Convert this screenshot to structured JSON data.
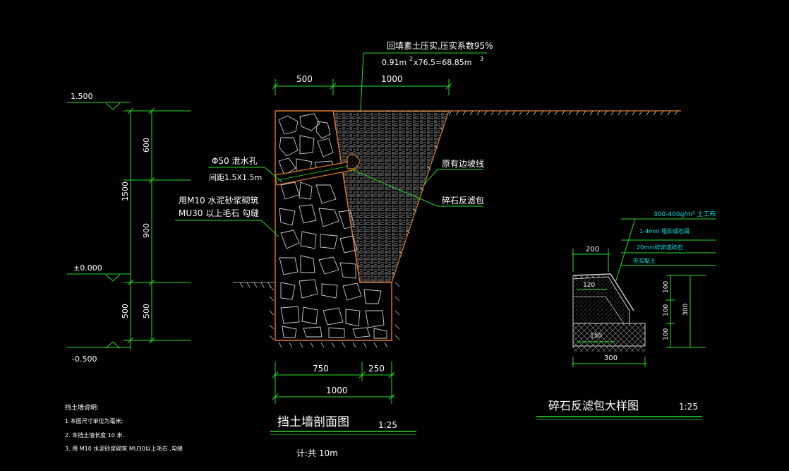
{
  "main_section": {
    "title": "挡土墙剖面图",
    "scale": "1:25",
    "note_length": "计:共   10m",
    "callout_backfill": {
      "line1": "回填素土压实,压实系数95%",
      "line2_value": "0.91m",
      "line2_sup": "2",
      "line2_calc": "x76.5=68.85m",
      "line2_sup2": "3"
    },
    "label_drain_hole": "Φ50   泄水孔",
    "label_drain_spacing": "间距1.5X1.5m",
    "label_mortar_1": "用M10  水泥砂浆砌筑",
    "label_mortar_2": "MU30  以上毛石 勾缝",
    "label_original_slope": "原有边坡线",
    "label_filter_pack": "碎石反滤包",
    "dim_top_left": "500",
    "dim_top_right": "1000",
    "dim_base_left": "750",
    "dim_base_right": "250",
    "dim_base_total": "1000",
    "elev_top": "1.500",
    "elev_ground": "±0.000",
    "elev_bottom": "-0.500",
    "dim_vert_600": "600",
    "dim_vert_1500": "1500",
    "dim_vert_900": "900",
    "dim_vert_500a": "500",
    "dim_vert_500b": "500"
  },
  "detail_section": {
    "title": "碎石反滤包大样图",
    "scale": "1:25",
    "layer_1": "300-400g/m² 土工布",
    "layer_2": "1-4mm 粗砂或石屑",
    "layer_3": "20mm碎卵或碎石",
    "layer_4": "夯实黏土",
    "dim_top": "200",
    "dim_inner": "120",
    "dim_lower": "150",
    "dim_bottom": "300",
    "dim_h1": "100",
    "dim_h2": "100",
    "dim_h3": "100",
    "dim_h_total": "300"
  },
  "notes": {
    "heading": "挡土墙说明:",
    "item1": "1  本图尺寸单位为毫米;",
    "item2": "2. 本挡土墙长度          10 米.",
    "item3": "3. 用 M10 水泥砂浆砌筑              MU30以上毛石         ,勾缝"
  },
  "colors": {
    "background": "#000000",
    "text": "#ffffff",
    "dimension_lines": "#22dd22",
    "wall_outline": "#e07a2a",
    "detail_labels": "#00e5e5",
    "hatch": "#c8c8c8"
  }
}
